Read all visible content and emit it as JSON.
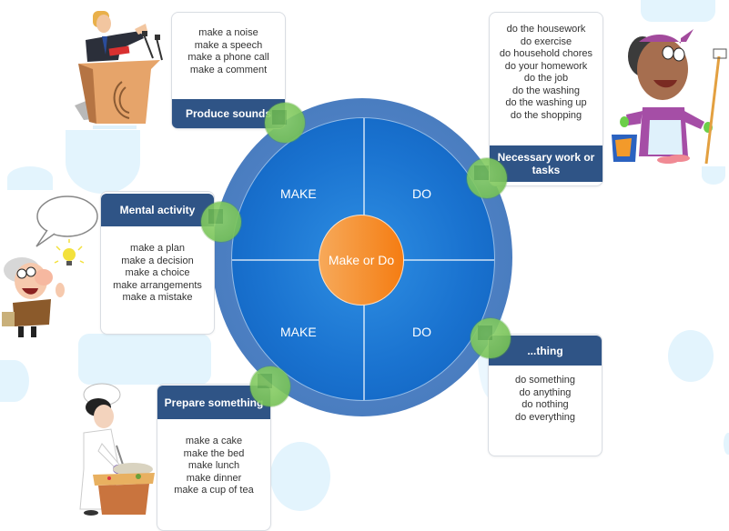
{
  "diagram": {
    "center_label": "Make or Do",
    "quadrants": [
      {
        "position": "top-left",
        "label": "MAKE"
      },
      {
        "position": "top-right",
        "label": "DO"
      },
      {
        "position": "bottom-left",
        "label": "MAKE"
      },
      {
        "position": "bottom-right",
        "label": "DO"
      }
    ],
    "categories": [
      {
        "title": "Produce sounds",
        "items": [
          "make a noise",
          "make a speech",
          "make a phone call",
          "make a comment"
        ]
      },
      {
        "title": "Necessary work or tasks",
        "items": [
          "do the housework",
          "do exercise",
          "do household chores",
          "do your homework",
          "do the job",
          "do the washing",
          "do the washing up",
          "do the shopping"
        ]
      },
      {
        "title": "Mental activity",
        "items": [
          "make a plan",
          "make a decision",
          "make a choice",
          "make arrangements",
          "make a mistake"
        ]
      },
      {
        "title": "Prepare something",
        "items": [
          "make a cake",
          "make the bed",
          "make lunch",
          "make dinner",
          "make a cup of tea"
        ]
      },
      {
        "title": "...thing",
        "items": [
          "do something",
          "do anything",
          "do nothing",
          "do everything"
        ]
      }
    ],
    "illustrations": [
      {
        "name": "speaker-at-podium",
        "depicts": "man giving a speech at a podium with microphones"
      },
      {
        "name": "housekeeper",
        "depicts": "woman with bucket and mop"
      },
      {
        "name": "thinking-professor",
        "depicts": "professor with speech bubble and light bulb"
      },
      {
        "name": "chef",
        "depicts": "chef preparing food"
      }
    ],
    "colors": {
      "header_bar": "#2f5486",
      "wheel_blue": "#1a73d0",
      "wheel_ring": "#4a7dc0",
      "center_orange": "#f58f2f",
      "connector_green": "#7bc55a",
      "background_blob": "#e3f4fd"
    }
  }
}
